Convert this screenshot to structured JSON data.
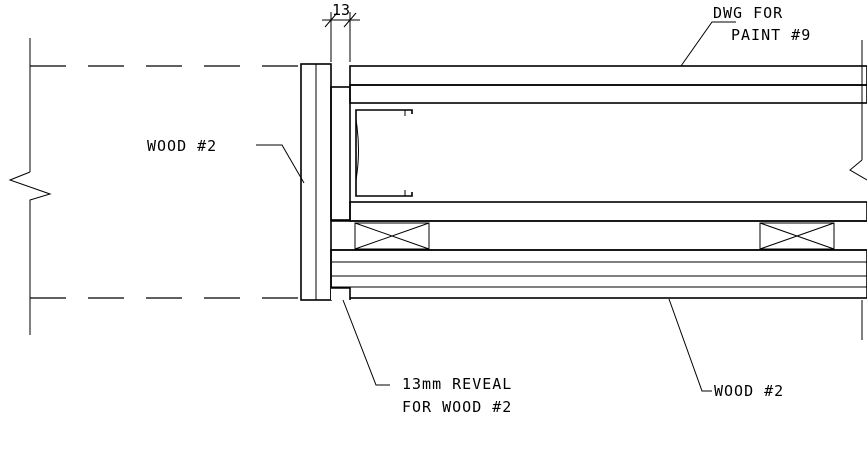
{
  "labels": {
    "dim_13": "13",
    "paint_line1": "DWG FOR",
    "paint_line2": "PAINT #9",
    "wood_left": "WOOD #2",
    "wood_right": "WOOD #2",
    "reveal_line1": "13mm REVEAL",
    "reveal_line2": "FOR WOOD #2"
  },
  "colors": {
    "ink": "#000000",
    "paper": "#ffffff"
  }
}
